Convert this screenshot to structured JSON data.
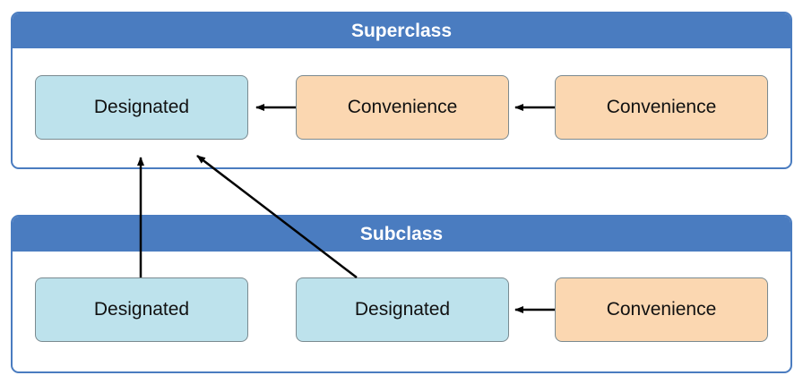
{
  "superclass": {
    "title": "Superclass",
    "boxes": [
      "Designated",
      "Convenience",
      "Convenience"
    ]
  },
  "subclass": {
    "title": "Subclass",
    "boxes": [
      "Designated",
      "Designated",
      "Convenience"
    ]
  },
  "colors": {
    "header": "#4a7cc0",
    "designated": "#bde2ec",
    "convenience": "#fbd7b1",
    "arrow": "#000000"
  }
}
